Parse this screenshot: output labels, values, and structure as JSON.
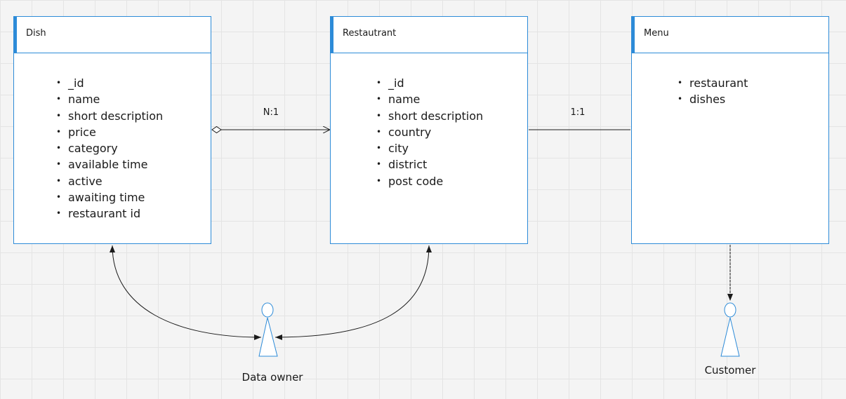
{
  "entities": {
    "dish": {
      "title": "Dish",
      "fields": [
        "_id",
        "name",
        "short description",
        "price",
        "category",
        "available time",
        "active",
        "awaiting time",
        "restaurant id"
      ]
    },
    "restaurant": {
      "title": "Restautrant",
      "fields": [
        "_id",
        "name",
        "short description",
        "country",
        "city",
        "district",
        "post code"
      ]
    },
    "menu": {
      "title": "Menu",
      "fields": [
        "restaurant",
        "dishes"
      ]
    }
  },
  "relations": {
    "dish_restaurant": {
      "label": "N:1"
    },
    "restaurant_menu": {
      "label": "1:1"
    }
  },
  "actors": {
    "data_owner": {
      "label": "Data owner"
    },
    "customer": {
      "label": "Customer"
    }
  },
  "colors": {
    "accent": "#2d8bd8",
    "line": "#1a1a1a",
    "grid": "#e4e4e4",
    "background": "#f4f4f4"
  },
  "bullet_glyph": "•"
}
